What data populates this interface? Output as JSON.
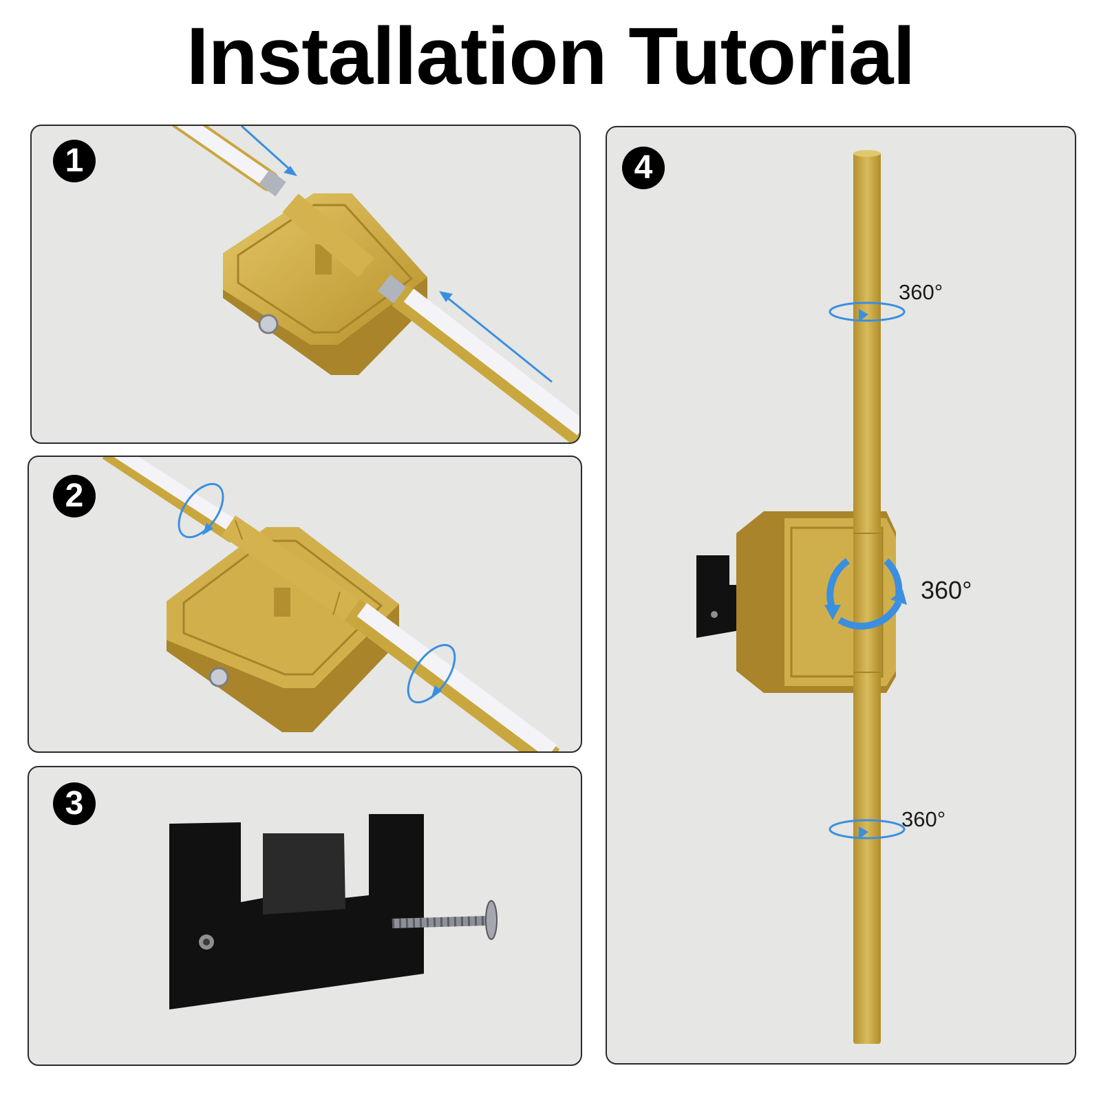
{
  "title": "Installation Tutorial",
  "steps": [
    {
      "number": "1"
    },
    {
      "number": "2"
    },
    {
      "number": "3"
    },
    {
      "number": "4"
    }
  ],
  "rotation_labels": {
    "top": "360°",
    "middle": "360°",
    "bottom": "360°"
  },
  "colors": {
    "panel_background": "#e6e6e4",
    "gold": "#c9a73f",
    "arrow_blue": "#3a8fe0",
    "bracket_black": "#111111"
  }
}
